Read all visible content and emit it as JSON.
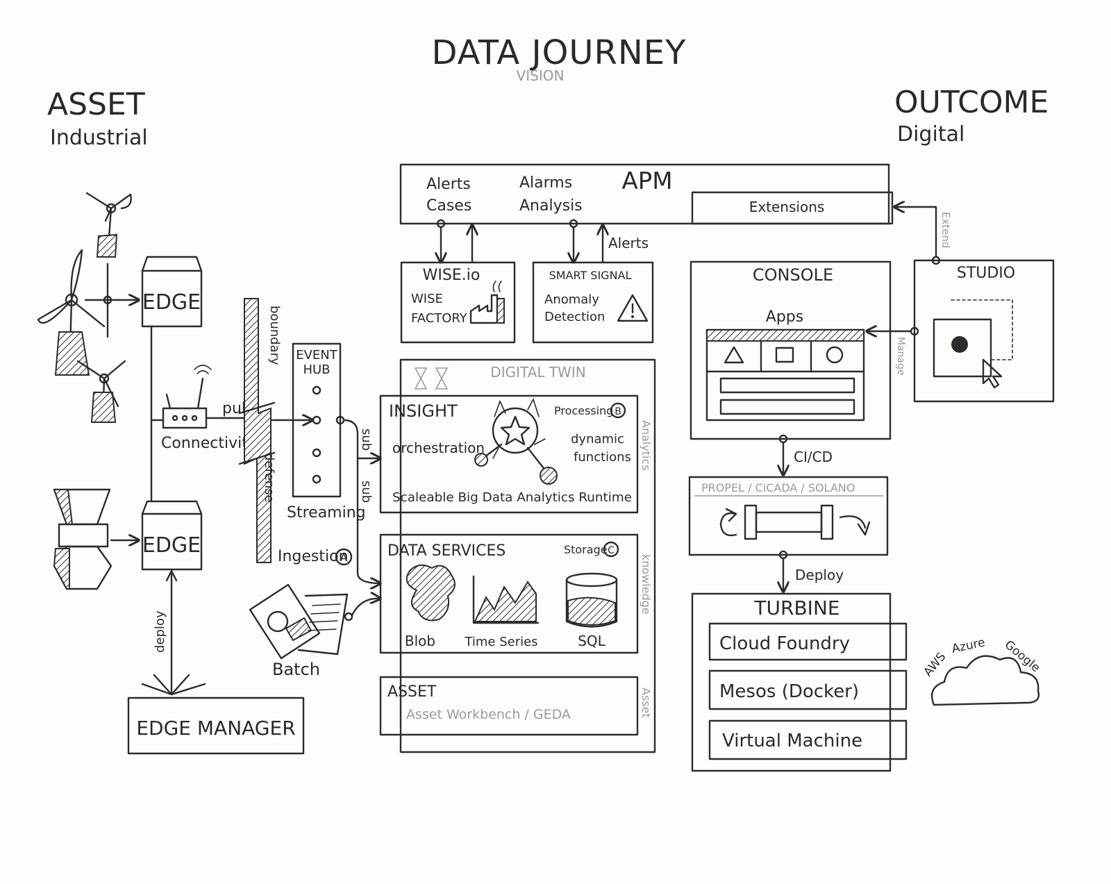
{
  "title": "DATA JOURNEY",
  "subtitle": "VISION",
  "left_heading": {
    "title": "ASSET",
    "subtitle": "Industrial"
  },
  "right_heading": {
    "title": "OUTCOME",
    "subtitle": "Digital"
  },
  "edge_top": "EDGE",
  "edge_bottom": "EDGE",
  "connectivity": "Connectivity",
  "pub": "pub",
  "boundary": "boundary",
  "defense": "defense",
  "event_hub": {
    "line1": "EVENT",
    "line2": "HUB"
  },
  "streaming": "Streaming",
  "ingestion": "Ingestion",
  "ingestion_marker": "A",
  "sub_top": "sub",
  "sub_bottom": "sub",
  "batch": "Batch",
  "deploy_left": "deploy",
  "edge_manager": "EDGE MANAGER",
  "apm": {
    "title": "APM",
    "alerts": "Alerts",
    "cases": "Cases",
    "alarms": "Alarms",
    "analysis": "Analysis",
    "extensions": "Extensions"
  },
  "alerts_arrow": "Alerts",
  "wise": {
    "title": "WISE.io",
    "line1": "WISE",
    "line2": "FACTORY"
  },
  "smart_signal": {
    "title": "SMART SIGNAL",
    "line1": "Anomaly",
    "line2": "Detection"
  },
  "digital_twin": "DIGITAL TWIN",
  "insight": {
    "title": "INSIGHT",
    "processing": "Processing",
    "processing_marker": "B",
    "orchestration": "orchestration",
    "dynamic1": "dynamic",
    "dynamic2": "functions",
    "runtime": "Scaleable Big Data Analytics Runtime"
  },
  "side_analytics": "Analytics",
  "side_knowledge": "knowledge",
  "side_asset": "Asset",
  "data_services": {
    "title": "DATA SERVICES",
    "storage": "Storage",
    "storage_marker": "C",
    "blob": "Blob",
    "time_series": "Time Series",
    "sql": "SQL"
  },
  "asset_box": {
    "title": "ASSET",
    "subtitle": "Asset Workbench / GEDA"
  },
  "console": {
    "title": "CONSOLE",
    "apps": "Apps"
  },
  "studio": "STUDIO",
  "extend": "Extend",
  "manage": "Manage",
  "cicd": "CI/CD",
  "propel": "PROPEL / CiCADA / SOLANO",
  "deploy_right": "Deploy",
  "turbine": {
    "title": "TURBINE",
    "items": [
      "Cloud Foundry",
      "Mesos (Docker)",
      "Virtual Machine"
    ]
  },
  "clouds": [
    "AWS",
    "Azure",
    "Google"
  ],
  "icons": [
    "wind-turbine-icon",
    "factory-icon",
    "warning-icon",
    "star-node-icon",
    "blob-icon",
    "time-series-icon",
    "database-icon",
    "triangle-icon",
    "square-icon",
    "circle-icon",
    "cursor-icon",
    "sync-icon",
    "cloud-icon",
    "document-icon",
    "chemex-icon"
  ]
}
